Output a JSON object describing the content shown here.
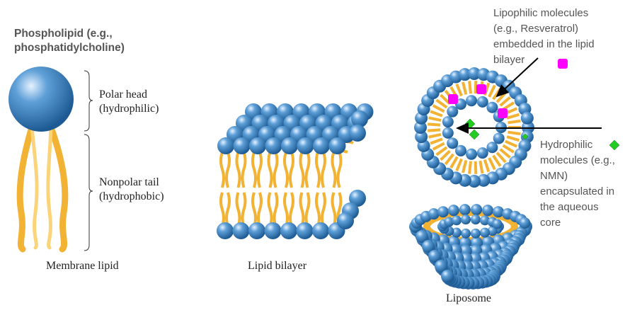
{
  "title": [
    "Phospholipid (e.g.,",
    "phosphatidylcholine)"
  ],
  "membrane_lipid": {
    "head_label": [
      "Polar head",
      "(hydrophilic)"
    ],
    "tail_label": [
      "Nonpolar tail",
      "(hydrophobic)"
    ],
    "caption": "Membrane lipid"
  },
  "bilayer": {
    "caption": "Lipid bilayer"
  },
  "liposome": {
    "caption": "Liposome"
  },
  "annotations": {
    "lipophilic": [
      "Lipophilic molecules",
      "(e.g., Resveratrol)",
      "embedded in the lipid",
      "bilayer"
    ],
    "hydrophilic": [
      "Hydrophilic",
      "molecules (e.g.,",
      "NMN)",
      "encapsulated in",
      "the aqueous",
      "core"
    ]
  },
  "colors": {
    "head": "#3a7fbf",
    "tail": "#f2b233",
    "lipophilic": "#ff00ff",
    "hydrophilic": "#22cc22",
    "text": "#555555"
  }
}
